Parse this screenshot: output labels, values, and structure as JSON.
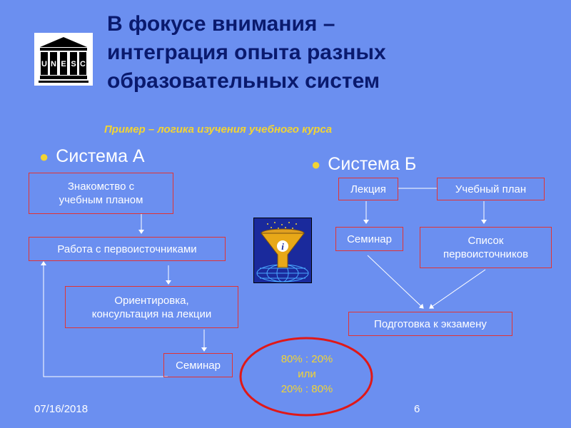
{
  "logo": {
    "text": "UNESCO"
  },
  "title": {
    "line1": "В фокусе внимания –",
    "line2": "интеграция опыта разных",
    "line3": "образовательных систем"
  },
  "subtitle": "Пример – логика изучения учебного курса",
  "system_a": {
    "label": "Система А",
    "boxes": {
      "acquaintance_line1": "Знакомство с",
      "acquaintance_line2": "учебным планом",
      "primary_sources": "Работа с первоисточниками",
      "orientation_line1": "Ориентировка,",
      "orientation_line2": "консультация на лекции",
      "seminar": "Семинар"
    }
  },
  "system_b": {
    "label": "Система Б",
    "boxes": {
      "lecture": "Лекция",
      "curriculum": "Учебный план",
      "seminar": "Семинар",
      "source_list_line1": "Список",
      "source_list_line2": "первоисточников",
      "exam_prep": "Подготовка к экзамену"
    }
  },
  "ratio": {
    "line1": "80% : 20%",
    "line2": "или",
    "line3": "20% : 80%"
  },
  "footer": {
    "date": "07/16/2018",
    "page": "6"
  },
  "colors": {
    "background": "#6b8ff0",
    "title": "#0a1a6e",
    "accent_yellow": "#f2d433",
    "box_border": "#e23333",
    "oval": "#e01818"
  }
}
